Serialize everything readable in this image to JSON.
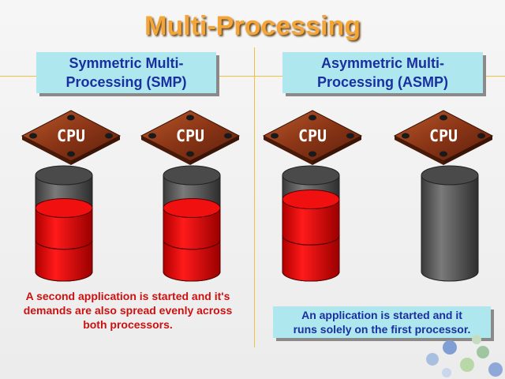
{
  "title": "Multi-Processing",
  "smp": {
    "heading_line1": "Symmetric  Multi-",
    "heading_line2": "Processing (SMP)",
    "caption_line1": "A second application is started and it's",
    "caption_line2": "demands are also spread evenly across",
    "caption_line3": "both processors."
  },
  "asmp": {
    "heading_line1": "Asymmetric Multi-",
    "heading_line2": "Processing (ASMP)",
    "caption_line1": "An application is started and it",
    "caption_line2": "runs solely on the first processor."
  },
  "cpu_label": "CPU",
  "colors": {
    "title": "#f4a53a",
    "heading_bg": "#aee8ee",
    "heading_text": "#1a2fa0",
    "load_red": "#e80000",
    "cylinder_gray": "#5a5a5a",
    "caption_red": "#cc1111"
  },
  "processors": [
    {
      "group": "SMP",
      "load": 0.66
    },
    {
      "group": "SMP",
      "load": 0.66
    },
    {
      "group": "ASMP",
      "load": 0.75
    },
    {
      "group": "ASMP",
      "load": 0.0
    }
  ]
}
